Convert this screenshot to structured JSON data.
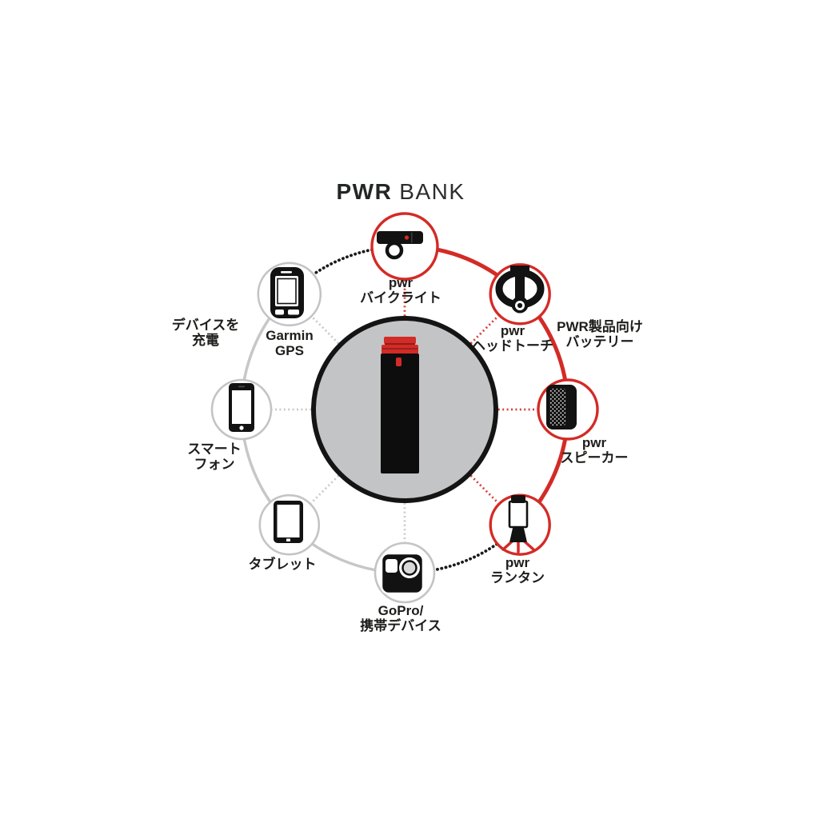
{
  "title": {
    "brand": "PWR",
    "product": "BANK"
  },
  "hub": {
    "icon": "power-bank-battery-icon",
    "fill_color": "#c3c4c6",
    "battery_accent_color": "#d32b26"
  },
  "nodes": [
    {
      "id": "bike-light",
      "label_line1": "pwr",
      "label_line2": "バイクライト",
      "category": "pwr-product",
      "icon": "bike-light-icon",
      "ring_color": "#d32b26"
    },
    {
      "id": "head-torch",
      "label_line1": "pwr",
      "label_line2": "ヘッドトーチ",
      "category": "pwr-product",
      "icon": "head-torch-icon",
      "ring_color": "#d32b26"
    },
    {
      "id": "speaker",
      "label_line1": "pwr",
      "label_line2": "スピーカー",
      "category": "pwr-product",
      "icon": "speaker-icon",
      "ring_color": "#d32b26"
    },
    {
      "id": "lantern",
      "label_line1": "pwr",
      "label_line2": "ランタン",
      "category": "pwr-product",
      "icon": "lantern-icon",
      "ring_color": "#d32b26"
    },
    {
      "id": "gopro",
      "label_line1": "GoPro/",
      "label_line2": "携帯デバイス",
      "category": "charged-device",
      "icon": "action-camera-icon",
      "ring_color": "#c3c4c5"
    },
    {
      "id": "tablet",
      "label_line1": "タブレット",
      "label_line2": "",
      "category": "charged-device",
      "icon": "tablet-icon",
      "ring_color": "#c3c4c5"
    },
    {
      "id": "smartphone",
      "label_line1": "スマート",
      "label_line2": "フォン",
      "category": "charged-device",
      "icon": "smartphone-icon",
      "ring_color": "#c3c4c5"
    },
    {
      "id": "garmin-gps",
      "label_line1": "Garmin",
      "label_line2": "GPS",
      "category": "charged-device",
      "icon": "gps-device-icon",
      "ring_color": "#c3c4c5"
    }
  ],
  "annotations": {
    "charge_devices": {
      "line1": "デバイスを",
      "line2": "充電"
    },
    "pwr_products_battery": {
      "line1": "PWR製品向け",
      "line2": "バッテリー"
    }
  },
  "colors": {
    "red": "#d32b26",
    "gray_line": "#c6c7c8",
    "hub_fill": "#c3c4c6",
    "ink": "#1d1d1b",
    "background": "#ffffff"
  }
}
